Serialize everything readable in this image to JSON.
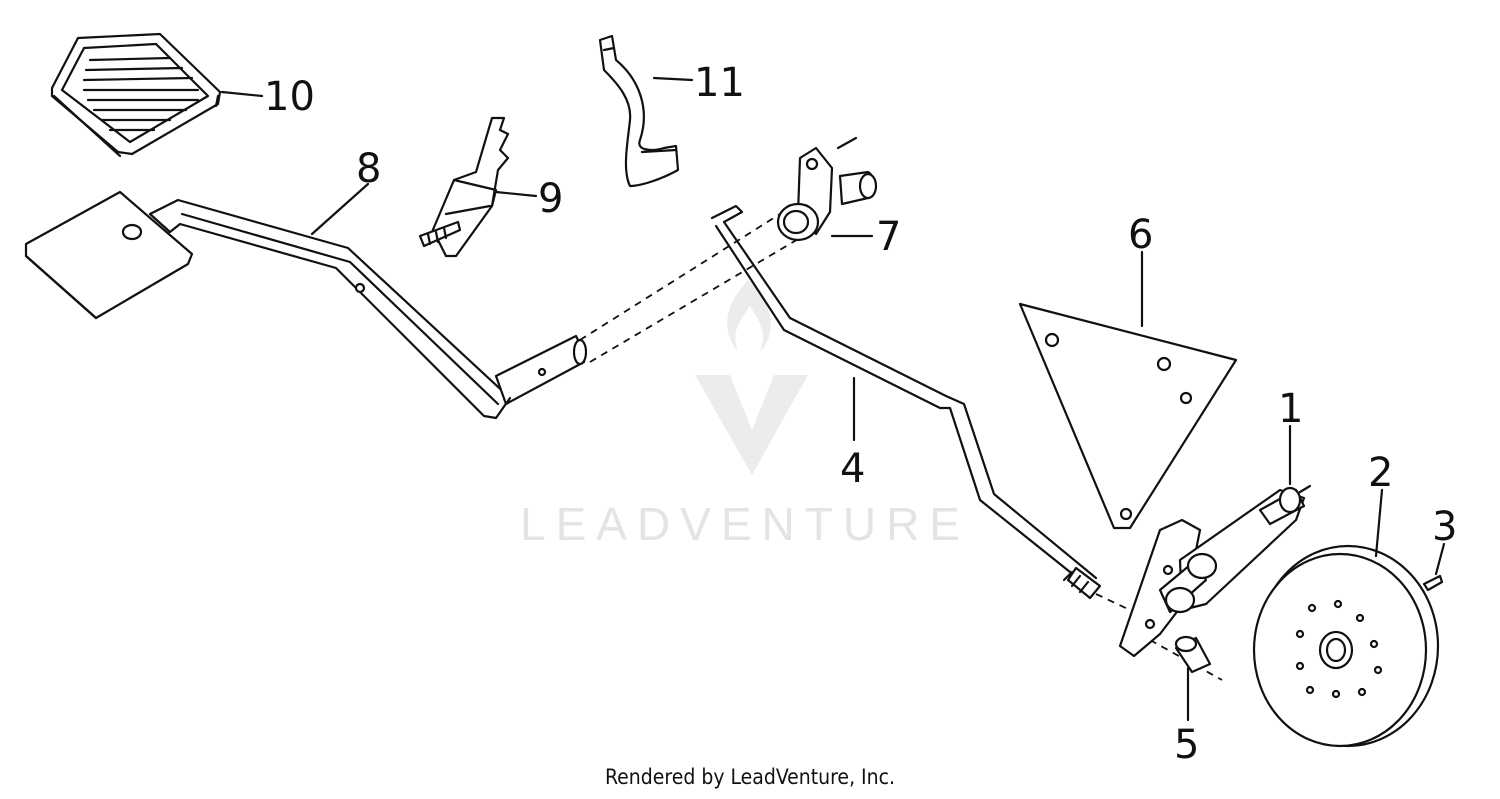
{
  "watermark": {
    "text": "LEADVENTURE"
  },
  "footer": {
    "text": "Rendered by LeadVenture, Inc."
  },
  "callouts": [
    {
      "id": "1",
      "label": "1"
    },
    {
      "id": "2",
      "label": "2"
    },
    {
      "id": "3",
      "label": "3"
    },
    {
      "id": "4",
      "label": "4"
    },
    {
      "id": "5",
      "label": "5"
    },
    {
      "id": "6",
      "label": "6"
    },
    {
      "id": "7",
      "label": "7"
    },
    {
      "id": "8",
      "label": "8"
    },
    {
      "id": "9",
      "label": "9"
    },
    {
      "id": "10",
      "label": "10"
    },
    {
      "id": "11",
      "label": "11"
    }
  ]
}
